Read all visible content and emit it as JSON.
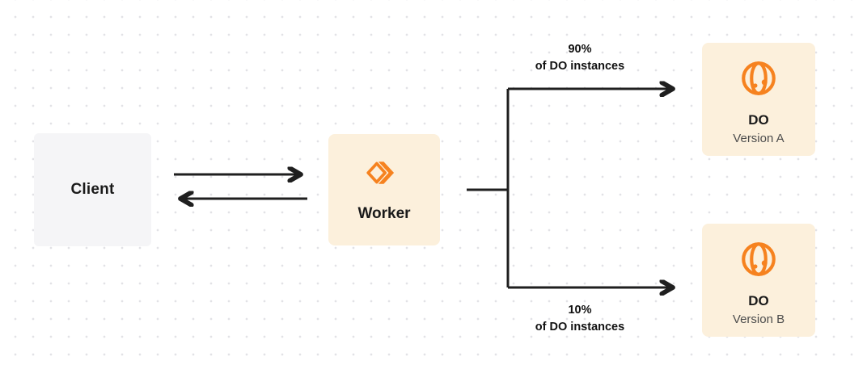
{
  "diagram": {
    "nodes": {
      "client": {
        "label": "Client"
      },
      "worker": {
        "label": "Worker"
      },
      "do_version_a": {
        "title": "DO",
        "subtitle": "Version A"
      },
      "do_version_b": {
        "title": "DO",
        "subtitle": "Version B"
      }
    },
    "branches": {
      "top": {
        "percent": "90%",
        "caption": "of DO instances"
      },
      "bottom": {
        "percent": "10%",
        "caption": "of DO instances"
      }
    },
    "icons": {
      "worker": "cloudflare-workers-icon",
      "do": "durable-object-globe-icon"
    },
    "colors": {
      "accent_orange": "#f6821f",
      "node_cream": "#fcf0dc",
      "node_gray": "#f5f5f7",
      "connector": "#1f1f1f",
      "subtitle_text": "#4d4d4d",
      "dot_grid": "#e2e2e6"
    }
  }
}
